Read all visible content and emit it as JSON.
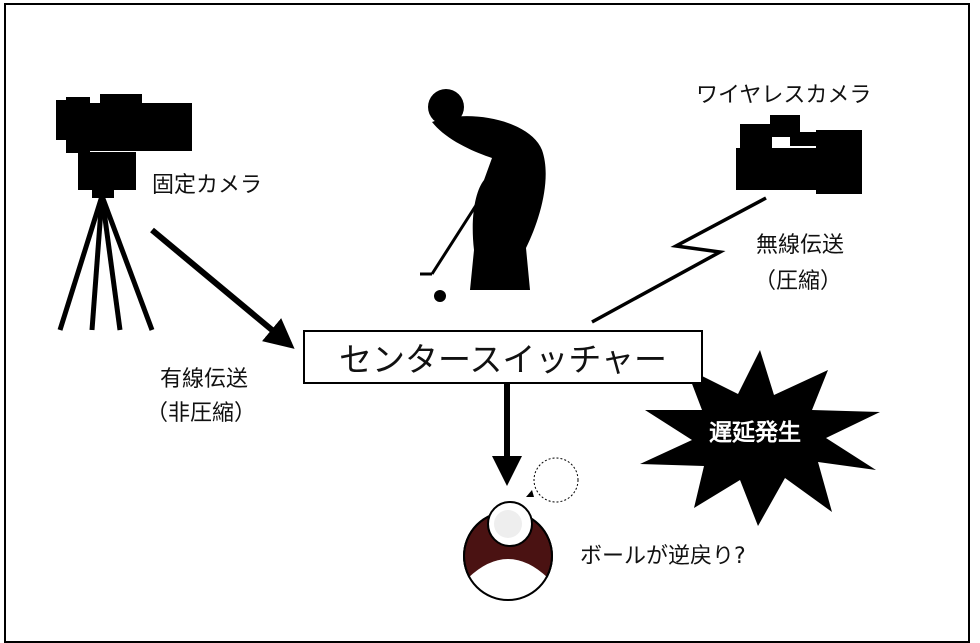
{
  "labels": {
    "fixed_camera": "固定カメラ",
    "wireless_camera": "ワイヤレスカメラ",
    "wireless_transmission": "無線伝送",
    "compressed": "（圧縮）",
    "wired_transmission": "有線伝送",
    "uncompressed": "（非圧縮）",
    "center_switcher": "センタースイッチャー",
    "delay": "遅延発生",
    "ball_question": "ボールが逆戻り?"
  },
  "colors": {
    "ink": "#000000",
    "cup_brown": "#4a1212"
  }
}
